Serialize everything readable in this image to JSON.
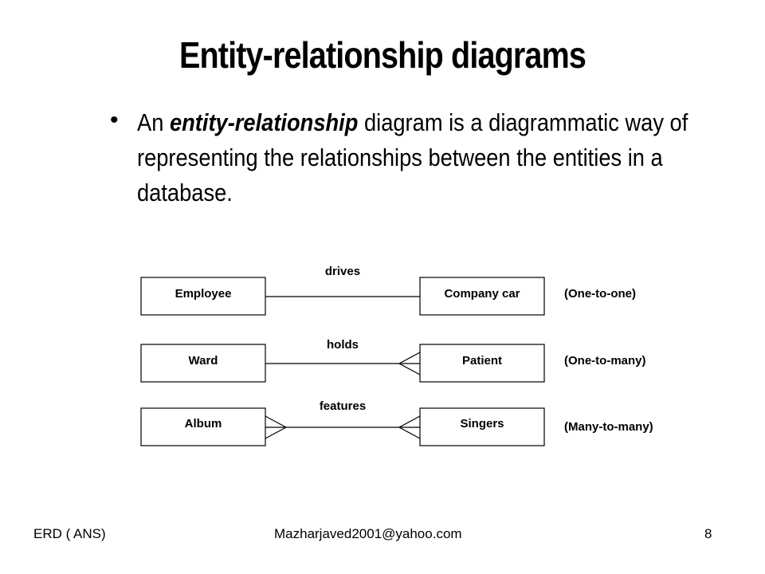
{
  "slide": {
    "title": "Entity-relationship diagrams",
    "bullet": {
      "prefix": "An ",
      "emphasis": "entity-relationship",
      "suffix": " diagram is a diagrammatic way of representing the relationships between the entities in a database."
    }
  },
  "diagram": {
    "relationships": [
      {
        "left": "Employee",
        "verb": "drives",
        "right": "Company car",
        "cardinality": "(One-to-one)"
      },
      {
        "left": "Ward",
        "verb": "holds",
        "right": "Patient",
        "cardinality": "(One-to-many)"
      },
      {
        "left": "Album",
        "verb": "features",
        "right": "Singers",
        "cardinality": "(Many-to-many)"
      }
    ]
  },
  "footer": {
    "left": "ERD ( ANS)",
    "center": "Mazharjaved2001@yahoo.com",
    "page": "8"
  }
}
